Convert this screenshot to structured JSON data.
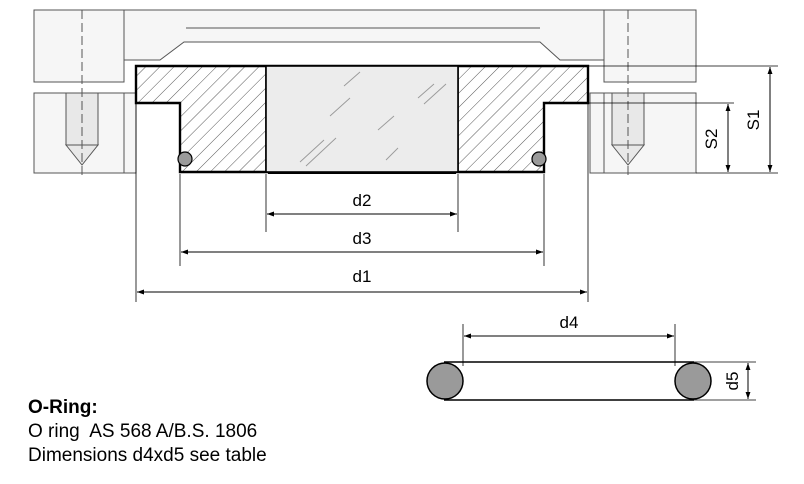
{
  "dimensions": {
    "d1": "d1",
    "d2": "d2",
    "d3": "d3",
    "d4": "d4",
    "d5": "d5",
    "s1": "S1",
    "s2": "S2"
  },
  "caption": {
    "title": "O-Ring:",
    "line1": "O ring  AS 568 A/B.S. 1806",
    "line2": "Dimensions d4xd5 see table"
  }
}
